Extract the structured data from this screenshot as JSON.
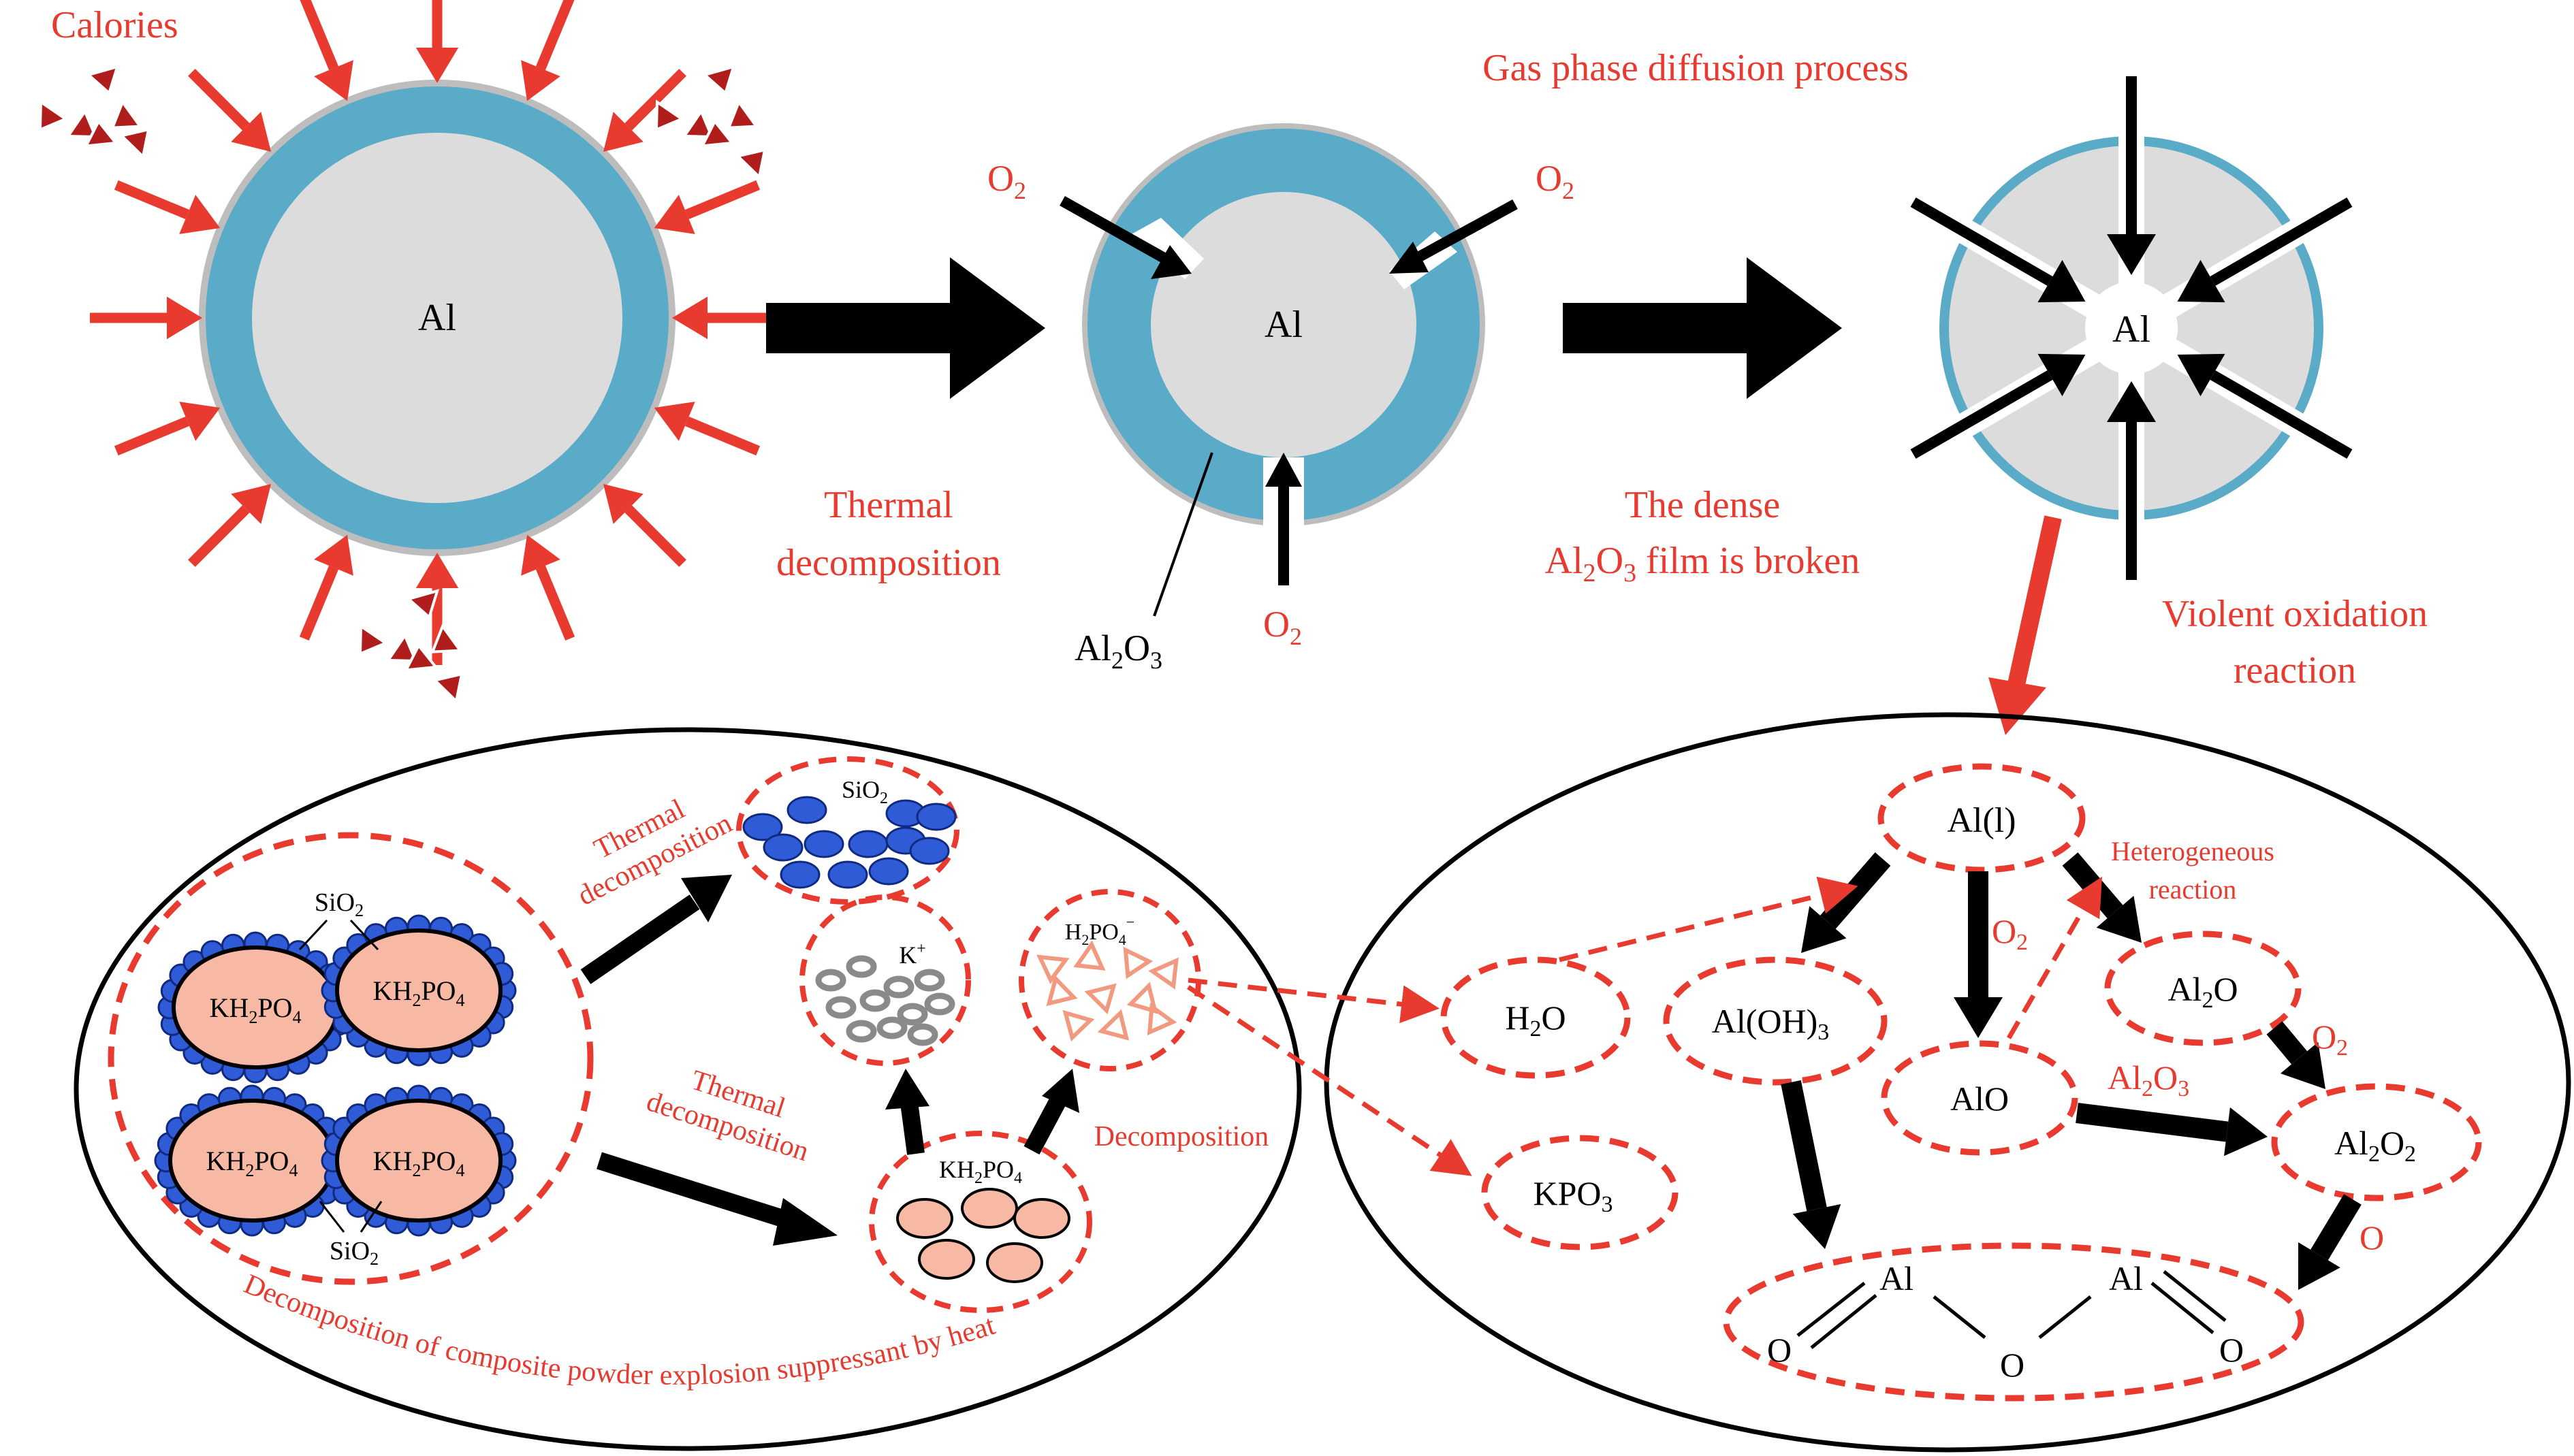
{
  "colors": {
    "accent_red": "#e83a2e",
    "shell_blue": "#59abc7",
    "core_grey": "#dcdcdc",
    "silica_blue": "#2f5bd6",
    "kh2po4_pink": "#f7b8a4"
  },
  "icons": [
    "heat-arrow-icon",
    "calories-triangle-icon",
    "process-arrow-icon",
    "oxygen-arrow-icon"
  ],
  "top": {
    "calories": "Calories",
    "gas_phase_title": "Gas phase diffusion process",
    "particle1_core": "Al",
    "particle2_core": "Al",
    "particle3_core": "Al",
    "thermal_decomp_1": "Thermal",
    "thermal_decomp_2": "decomposition",
    "dense_film_1": "The dense",
    "dense_film_2_pre": "Al",
    "dense_film_2_sub1": "2",
    "dense_film_2_mid": "O",
    "dense_film_2_sub2": "3",
    "dense_film_2_post": " film is broken",
    "violent_1": "Violent oxidation",
    "violent_2": "reaction",
    "o2_main": "O",
    "o2_sub": "2",
    "al2o3_main1": "Al",
    "al2o3_sub1": "2",
    "al2o3_main2": "O",
    "al2o3_sub2": "3"
  },
  "left_panel": {
    "sio2_top": "SiO",
    "sio2_sub": "2",
    "kh2po4_main": "KH",
    "kh2po4_sub1": "2",
    "kh2po4_mid": "PO",
    "kh2po4_sub2": "4",
    "thermal_1": "Thermal",
    "thermal_2": "decomposition",
    "thermal_3": "Thermal",
    "thermal_4": "decomposition",
    "k_ion": "K",
    "k_sup": "+",
    "h2po4_main": "H",
    "h2po4_sub1": "2",
    "h2po4_mid": "PO",
    "h2po4_sub2": "4",
    "h2po4_sup": "−",
    "decomposition": "Decomposition",
    "caption": "Decomposition of composite powder explosion suppressant by heat"
  },
  "right_panel": {
    "al_l": "Al(l)",
    "h2o_main": "H",
    "h2o_sub": "2",
    "h2o_end": "O",
    "aloh3_main": "Al(OH)",
    "aloh3_sub": "3",
    "alo": "AlO",
    "al2o_main": "Al",
    "al2o_sub": "2",
    "al2o_end": "O",
    "kpo3_main": "KPO",
    "kpo3_sub": "3",
    "al2o2_main": "Al",
    "al2o2_sub1": "2",
    "al2o2_mid": "O",
    "al2o2_sub2": "2",
    "heterogeneous_1": "Heterogeneous",
    "heterogeneous_2": "reaction",
    "o2_label_main": "O",
    "o2_label_sub": "2",
    "o_label": "O",
    "al2o3_label_main": "Al",
    "al2o3_label_sub1": "2",
    "al2o3_label_mid": "O",
    "al2o3_label_sub2": "3",
    "struct_al": "Al",
    "struct_o": "O"
  }
}
